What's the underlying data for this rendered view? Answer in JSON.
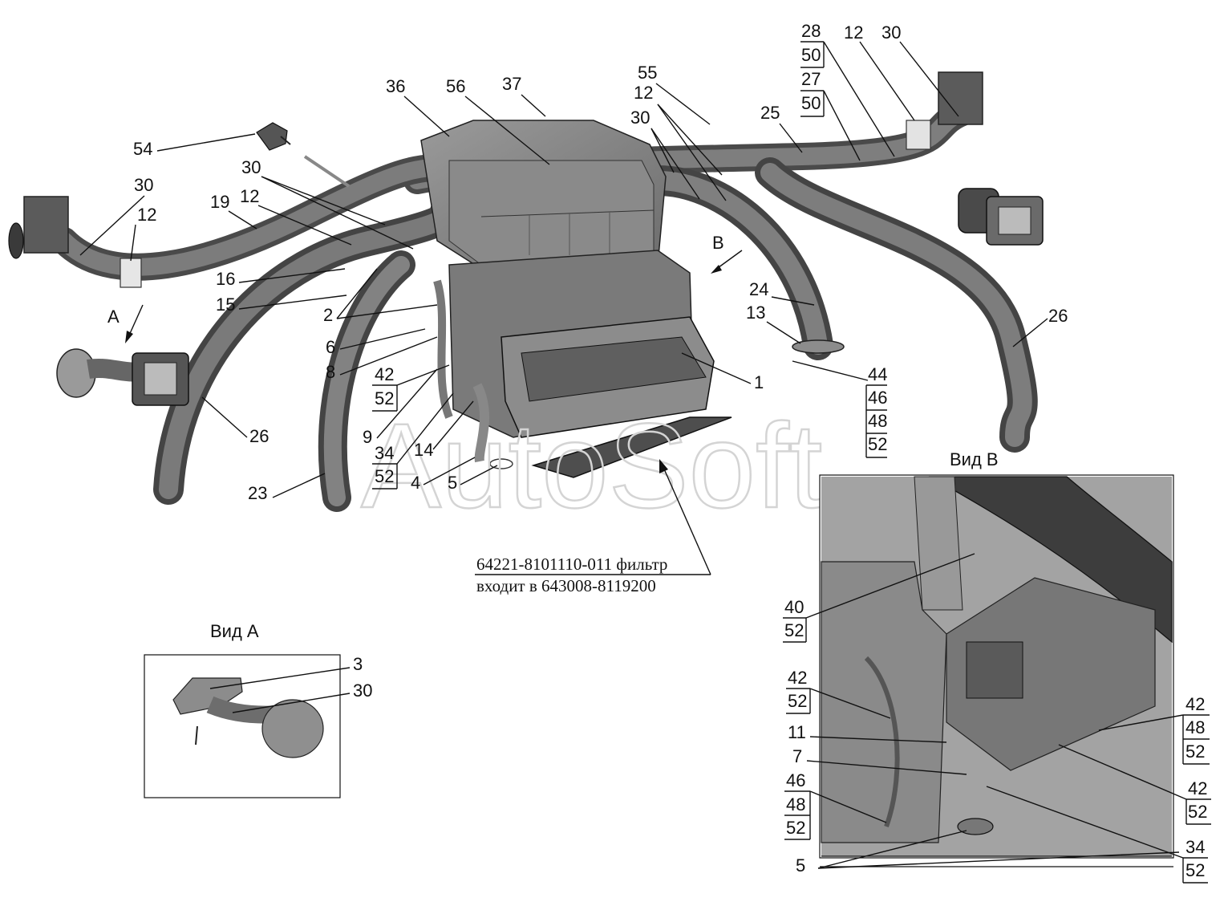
{
  "watermark": "AutoSoft",
  "views": {
    "a_title": "Вид А",
    "b_title": "Вид В"
  },
  "arrows": {
    "a": "A",
    "b": "B"
  },
  "filter_note": {
    "line1": "64221-8101110-011 фильтр",
    "line2": "входит в 643008-8119200"
  },
  "callouts": {
    "c28": "28",
    "c50a": "50",
    "c27": "27",
    "c50b": "50",
    "c12a": "12",
    "c30a": "30",
    "c55": "55",
    "c12b": "12",
    "c30b": "30",
    "c25": "25",
    "c36": "36",
    "c56": "56",
    "c37": "37",
    "c54": "54",
    "c30c": "30",
    "c12c": "12",
    "c19": "19",
    "c30d": "30",
    "c16": "16",
    "c15": "15",
    "c2": "2",
    "c6": "6",
    "c8": "8",
    "c42a": "42",
    "c52a": "52",
    "c9": "9",
    "c34a": "34",
    "c52b": "52",
    "c14": "14",
    "c4": "4",
    "c5a": "5",
    "c26a": "26",
    "c23": "23",
    "c24": "24",
    "c13": "13",
    "c1": "1",
    "c26b": "26",
    "c44": "44",
    "c46a": "46",
    "c48a": "48",
    "c52c": "52",
    "c3": "3",
    "c30e": "30",
    "c40": "40",
    "c52d": "52",
    "c42b": "42",
    "c52e": "52",
    "c11": "11",
    "c7": "7",
    "c46b": "46",
    "c48b": "48",
    "c52f": "52",
    "c5b": "5",
    "c42c": "42",
    "c48c": "48",
    "c52g": "52",
    "c42d": "42",
    "c52h": "52",
    "c34b": "34",
    "c52i": "52"
  }
}
